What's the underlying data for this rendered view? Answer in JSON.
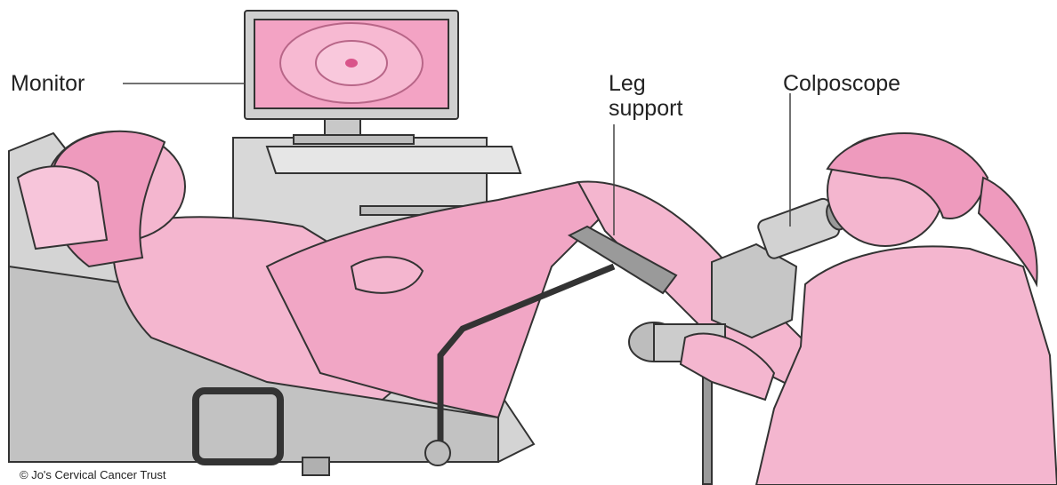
{
  "labels": {
    "monitor": "Monitor",
    "leg_support_line1": "Leg",
    "leg_support_line2": "support",
    "colposcope": "Colposcope"
  },
  "credit": "© Jo's Cervical Cancer Trust",
  "colors": {
    "pink_skin": "#f4b6cf",
    "pink_dark": "#e48fb3",
    "gray_equipment": "#d2d2d2",
    "gray_dark": "#9a9a9a",
    "outline": "#333333"
  }
}
